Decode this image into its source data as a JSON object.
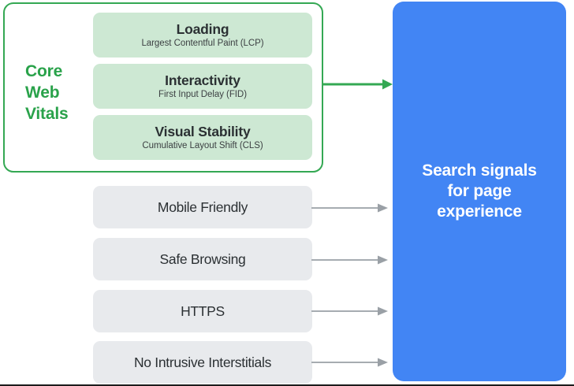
{
  "diagram": {
    "title": "Search signals for page experience",
    "colors": {
      "green_accent": "#34A853",
      "green_title_text": "#29A24A",
      "green_card_fill": "#CDE8D3",
      "gray_card_fill": "#E8EAED",
      "blue_panel_fill": "#4285F4",
      "arrow_gray": "#9AA0A6",
      "dark_text": "#2b3033"
    }
  },
  "core_web_vitals": {
    "group_label": "Core\nWeb\nVitals",
    "metrics": [
      {
        "title": "Loading",
        "subtitle": "Largest Contentful Paint (LCP)",
        "abbr": "LCP"
      },
      {
        "title": "Interactivity",
        "subtitle": "First Input Delay (FID)",
        "abbr": "FID"
      },
      {
        "title": "Visual Stability",
        "subtitle": "Cumulative Layout Shift (CLS)",
        "abbr": "CLS"
      }
    ]
  },
  "other_signals": [
    {
      "label": "Mobile Friendly"
    },
    {
      "label": "Safe Browsing"
    },
    {
      "label": "HTTPS"
    },
    {
      "label": "No Intrusive Interstitials"
    }
  ],
  "outcome_panel": {
    "label": "Search signals\nfor page\nexperience"
  },
  "arrows": {
    "core_web_vitals_arrow": "green-arrow-right",
    "signal_arrows": [
      "gray-arrow-right",
      "gray-arrow-right",
      "gray-arrow-right",
      "gray-arrow-right"
    ]
  }
}
